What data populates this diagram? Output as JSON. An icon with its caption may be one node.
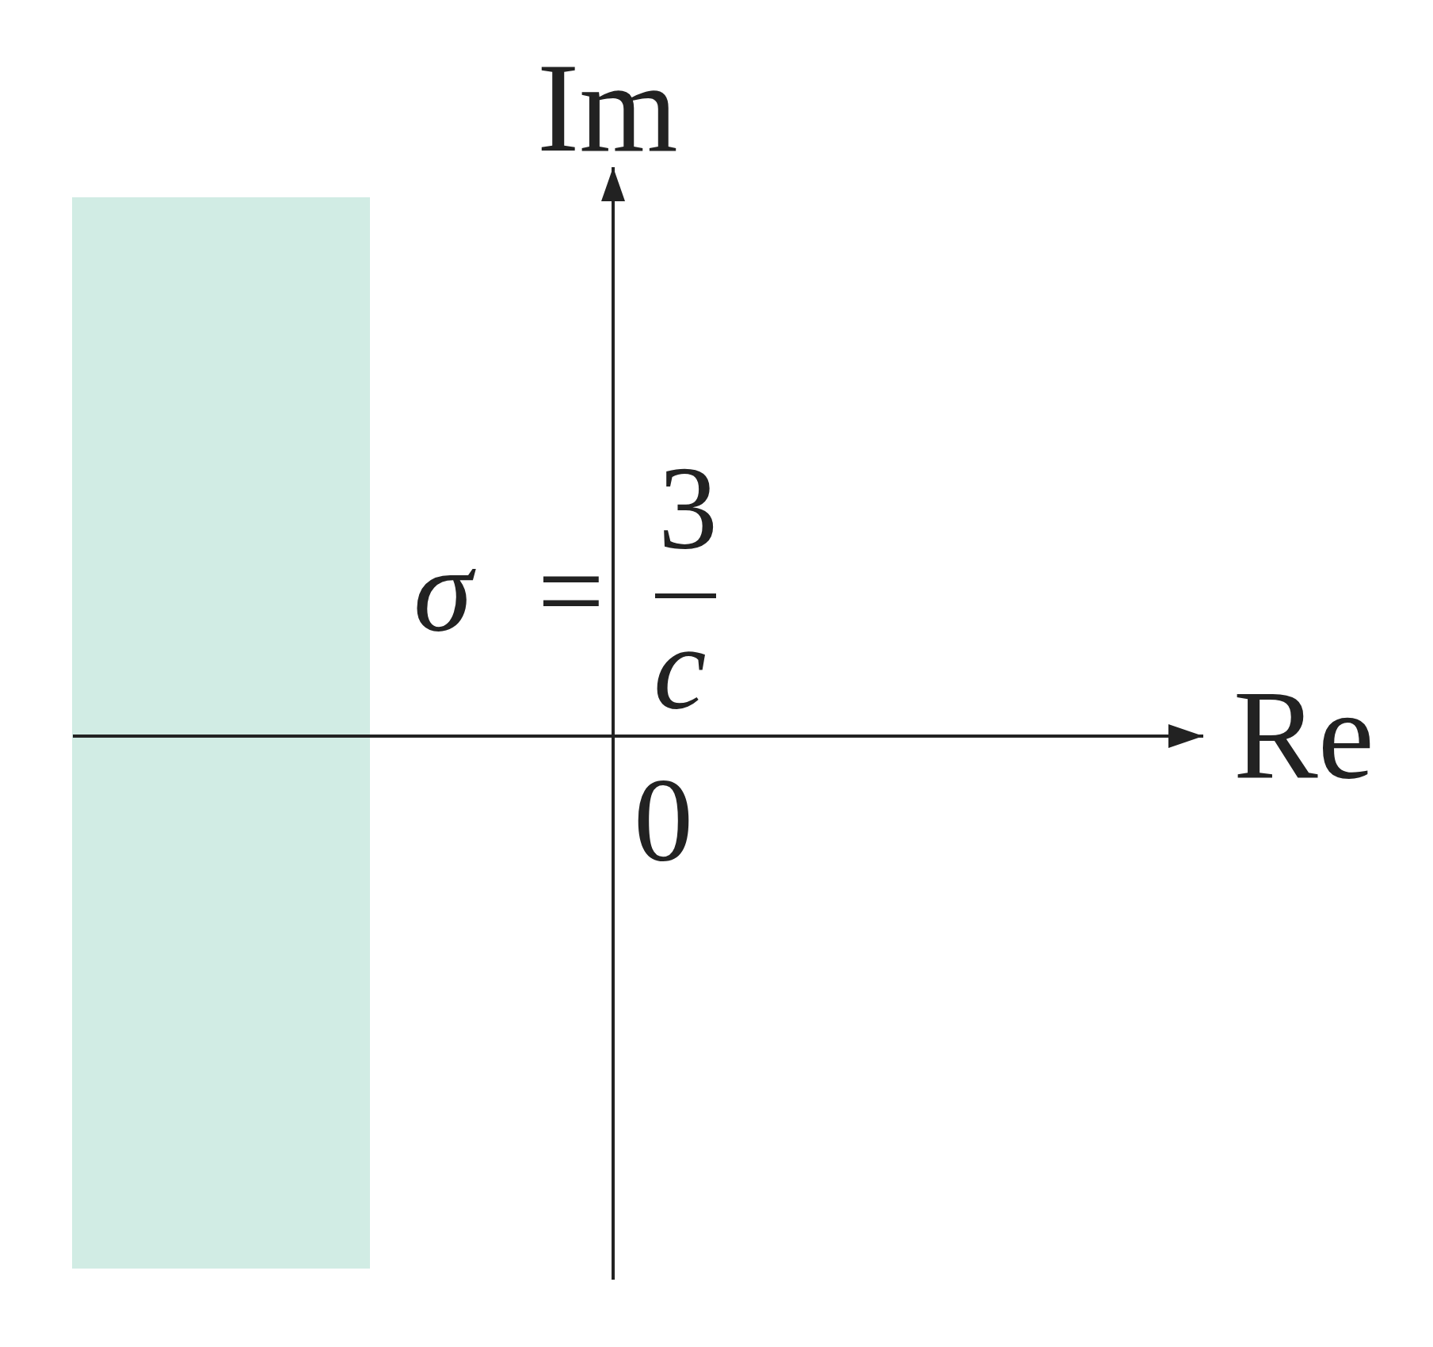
{
  "diagram": {
    "nodes": [
      {
        "text": [],
        "shape": "box"
      }
    ],
    "labels": [
      "Im",
      "*σ* =",
      "3",
      "c",
      "0",
      "Re"
    ]
  }
}
